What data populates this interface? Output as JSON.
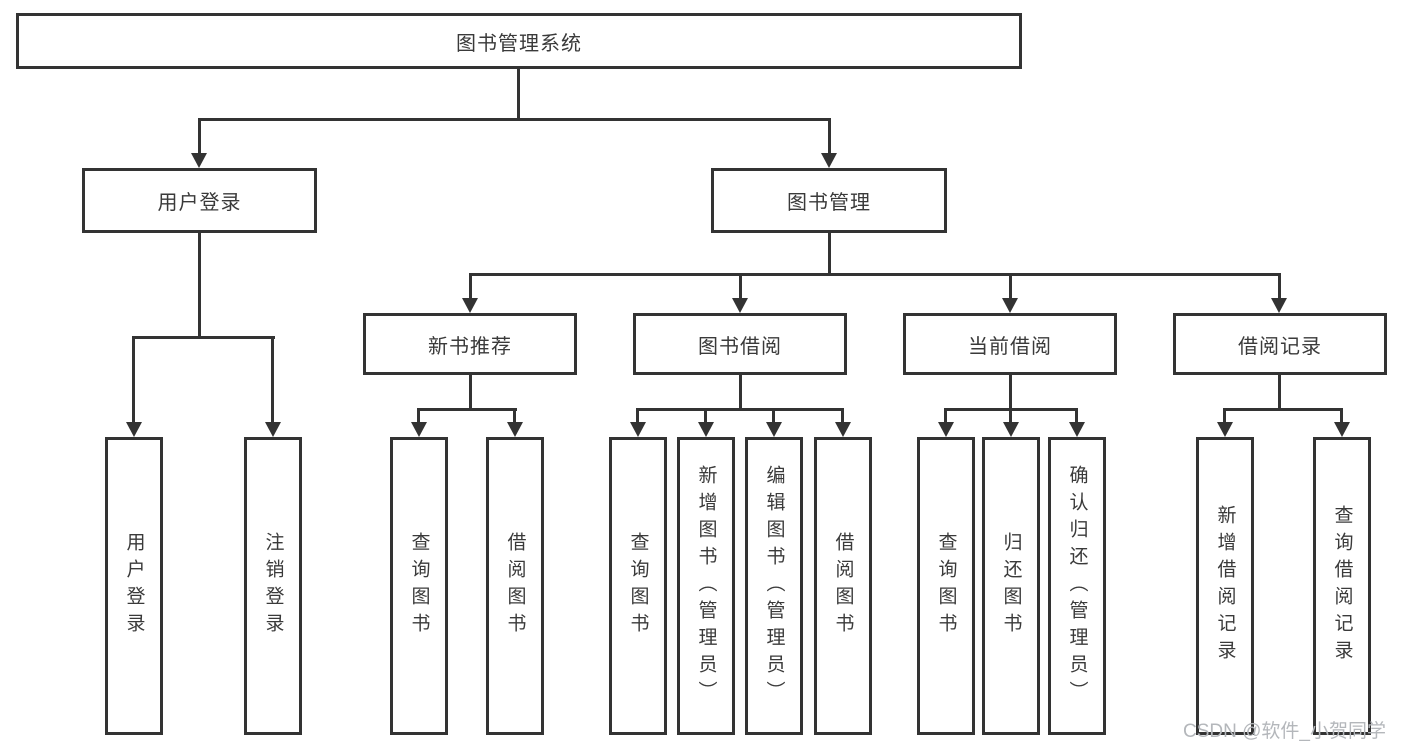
{
  "colors": {
    "line": "#333333",
    "box_border": "#333333",
    "text": "#3a3a3a",
    "background": "#ffffff",
    "watermark": "#b4b7bb"
  },
  "tree": {
    "root": {
      "label": "图书管理系统",
      "children": [
        {
          "label": "用户登录",
          "children": [
            {
              "label": "用户登录"
            },
            {
              "label": "注销登录"
            }
          ]
        },
        {
          "label": "图书管理",
          "children": [
            {
              "label": "新书推荐",
              "children": [
                {
                  "label": "查询图书"
                },
                {
                  "label": "借阅图书"
                }
              ]
            },
            {
              "label": "图书借阅",
              "children": [
                {
                  "label": "查询图书"
                },
                {
                  "label": "新增图书（管理员）"
                },
                {
                  "label": "编辑图书（管理员）"
                },
                {
                  "label": "借阅图书"
                }
              ]
            },
            {
              "label": "当前借阅",
              "children": [
                {
                  "label": "查询图书"
                },
                {
                  "label": "归还图书"
                },
                {
                  "label": "确认归还（管理员）"
                }
              ]
            },
            {
              "label": "借阅记录",
              "children": [
                {
                  "label": "新增借阅记录"
                },
                {
                  "label": "查询借阅记录"
                }
              ]
            }
          ]
        }
      ]
    }
  },
  "watermark": {
    "text": "CSDN @软件_小贺同学"
  }
}
